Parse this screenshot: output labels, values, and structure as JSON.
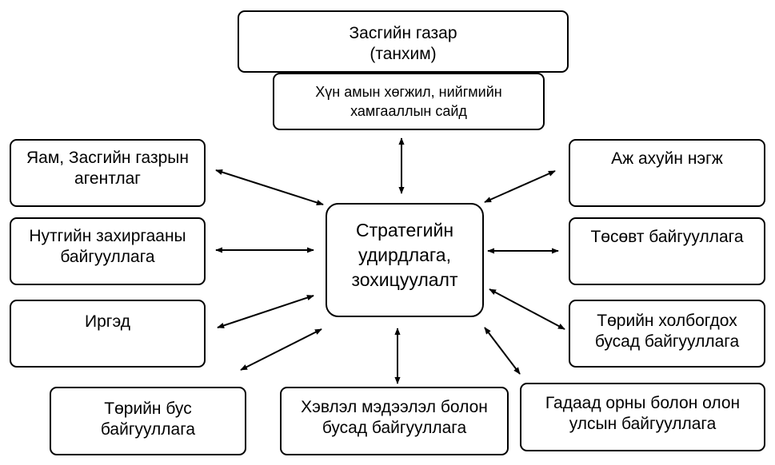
{
  "nodes": {
    "cabinet": "Засгийн газар\n(танхим)",
    "ministry": "Хүн амын хөгжил, нийгмийн\nхамгааллын сайд",
    "center": "Стратегийн\nудирдлага,\nзохицуулалт",
    "agencies": "Яам, Засгийн газрын\nагентлаг",
    "local_admin": "Нутгийн захиргааны\nбайгууллага",
    "citizens": "Иргэд",
    "ngo": "Төрийн бус\nбайгууллага",
    "media": "Хэвлэл мэдээлэл болон\nбусад байгууллага",
    "international": "Гадаад орны болон олон\nулсын байгууллага",
    "state_related": "Төрийн холбогдох\nбусад байгууллага",
    "budget_org": "Төсөвт байгууллага",
    "business": "Аж ахуйн нэгж"
  },
  "colors": {
    "stroke": "#000000",
    "fill": "#ffffff"
  }
}
